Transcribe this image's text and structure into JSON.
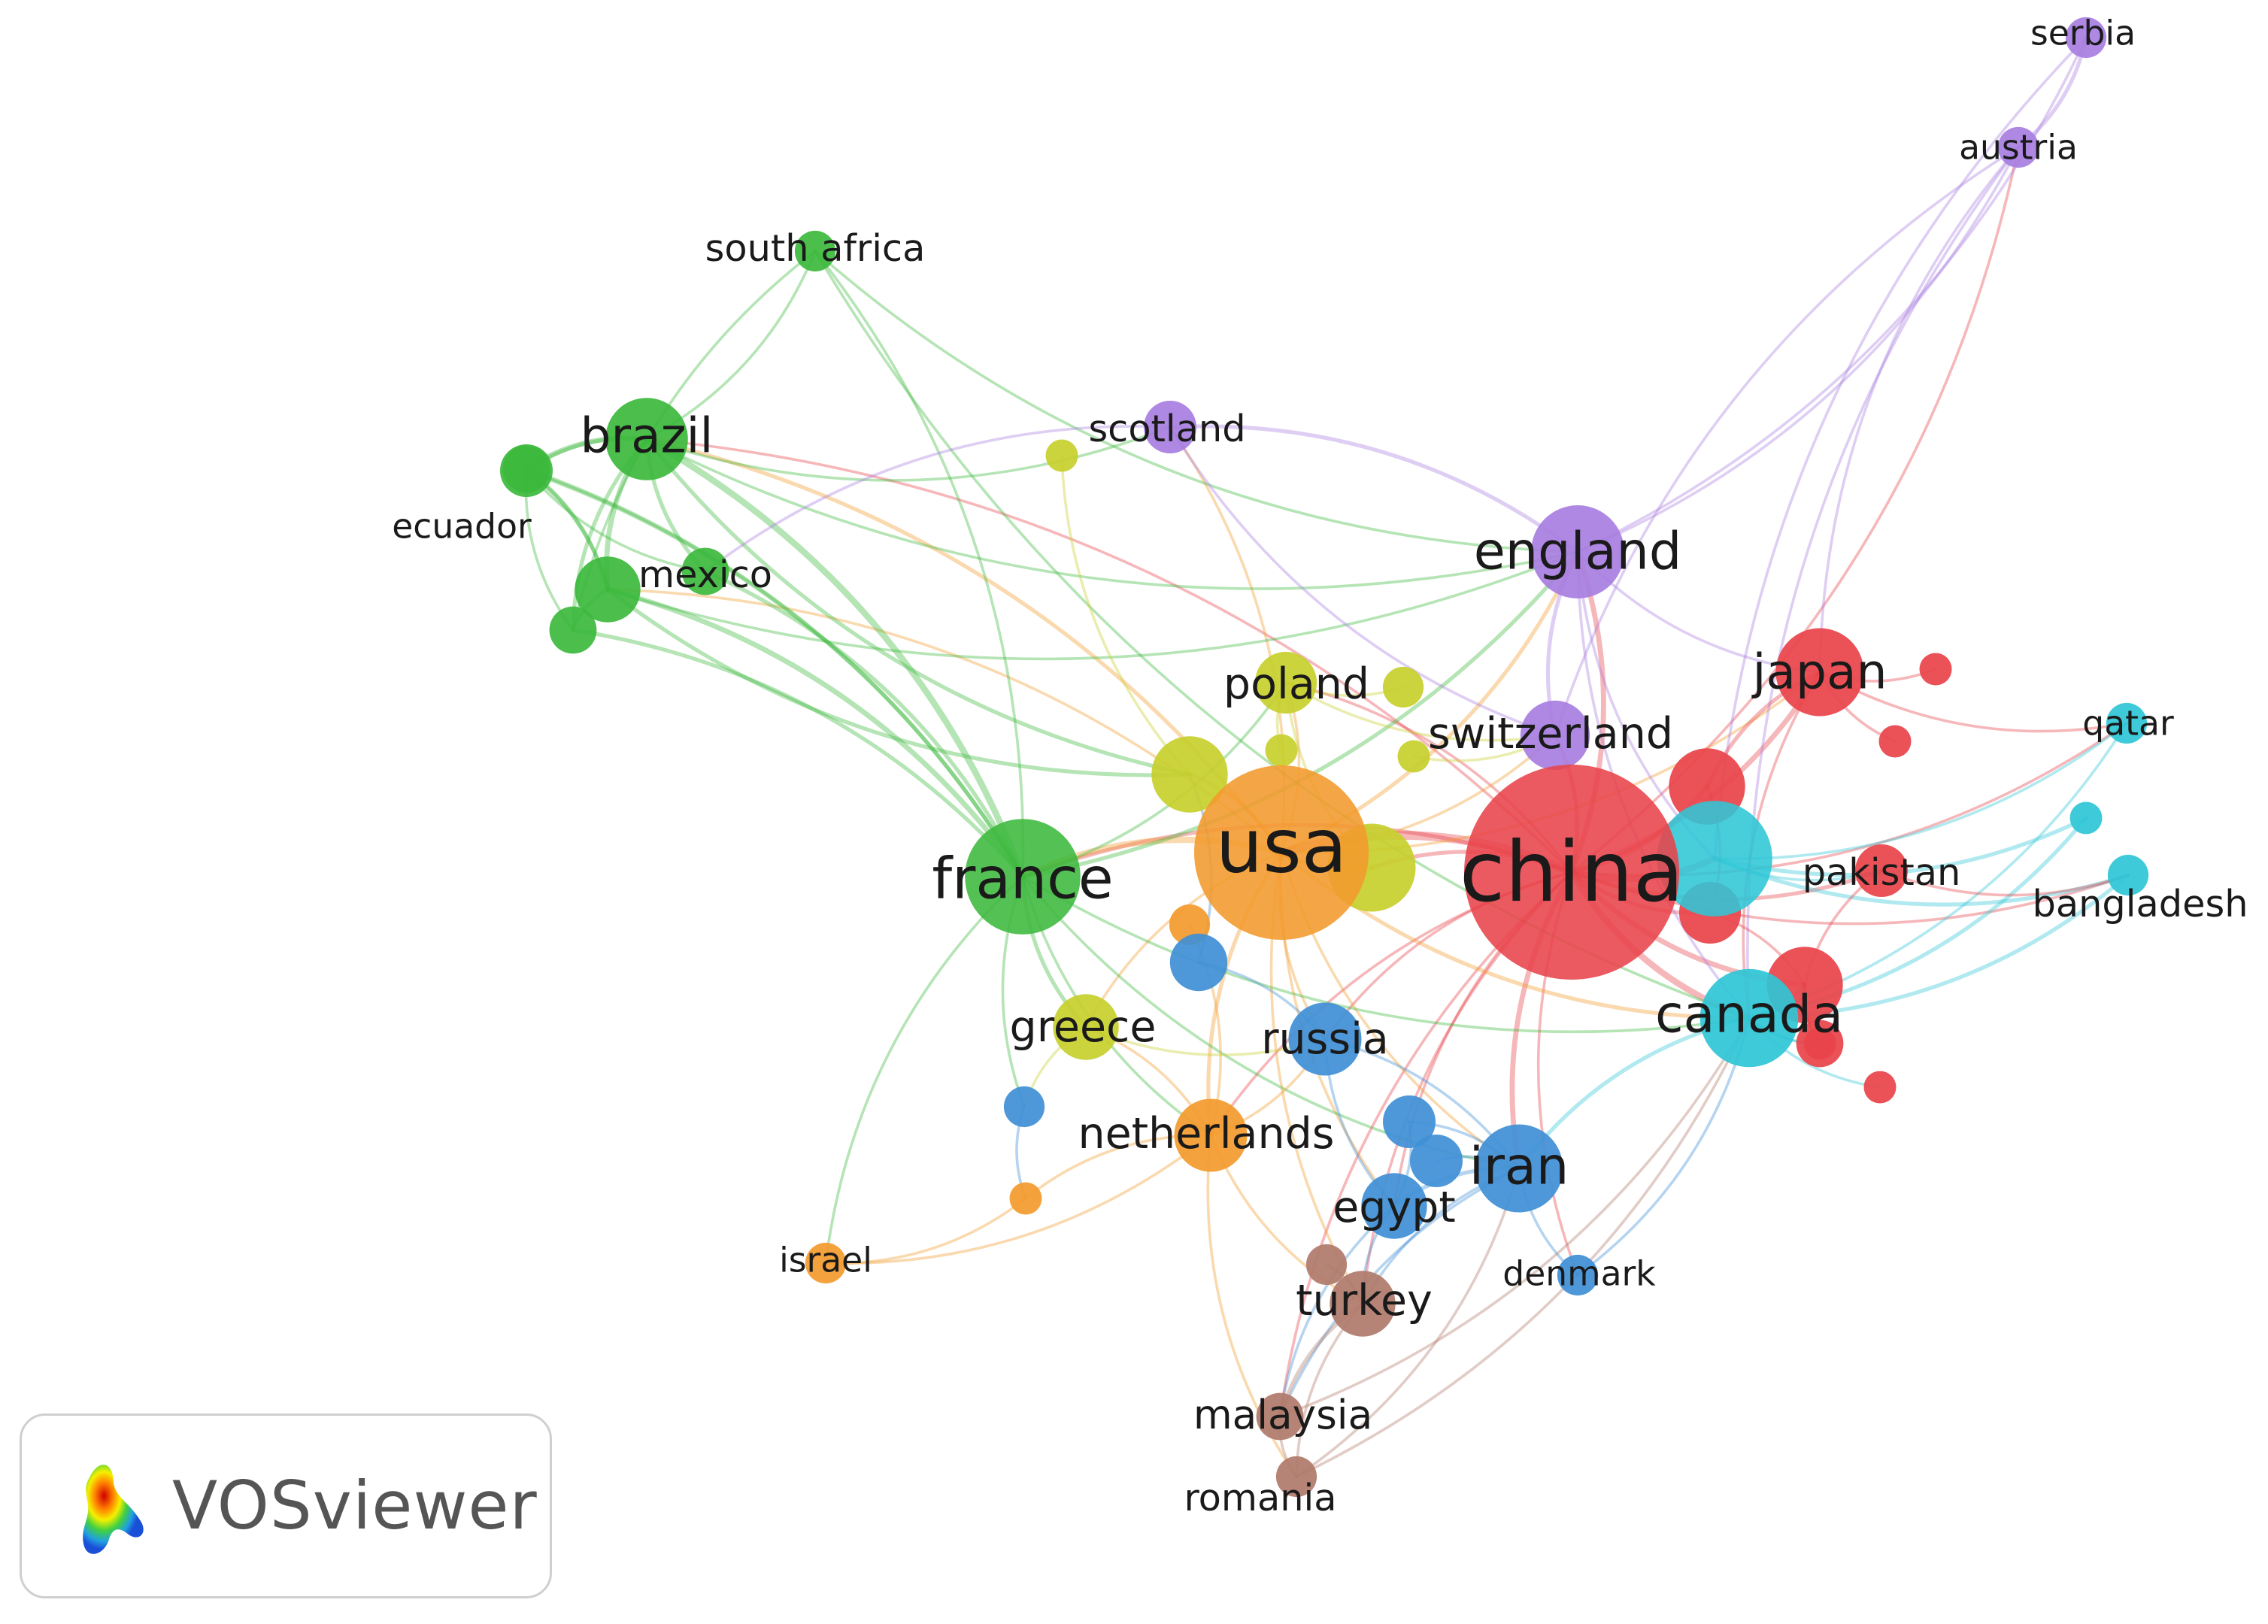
{
  "app": {
    "name": "VOSviewer"
  },
  "clusters": {
    "red": "#e8434a",
    "green": "#3cb83c",
    "blue": "#3f8fd6",
    "yellow": "#c7cf2c",
    "purple": "#a77ee0",
    "cyan": "#2fc6d6",
    "orange": "#f39a2c",
    "brown": "#b07a6a"
  },
  "nodes": [
    {
      "id": "china",
      "label": "china",
      "cluster": "red",
      "weight": 100,
      "labelSize": 58
    },
    {
      "id": "usa",
      "label": "usa",
      "cluster": "orange",
      "weight": 64,
      "labelSize": 52
    },
    {
      "id": "france",
      "label": "france",
      "cluster": "green",
      "weight": 26,
      "labelSize": 40
    },
    {
      "id": "england",
      "label": "england",
      "cluster": "purple",
      "weight": 16,
      "labelSize": 36
    },
    {
      "id": "canada",
      "label": "canada",
      "cluster": "cyan",
      "weight": 18,
      "labelSize": 36
    },
    {
      "id": "iran",
      "label": "iran",
      "cluster": "blue",
      "weight": 14,
      "labelSize": 36
    },
    {
      "id": "japan",
      "label": "japan",
      "cluster": "red",
      "weight": 14,
      "labelSize": 34
    },
    {
      "id": "brazil",
      "label": "brazil",
      "cluster": "green",
      "weight": 12,
      "labelSize": 34
    },
    {
      "id": "switzerland",
      "label": "switzerland",
      "cluster": "purple",
      "weight": 8,
      "labelSize": 30
    },
    {
      "id": "poland",
      "label": "poland",
      "cluster": "yellow",
      "weight": 6,
      "labelSize": 30
    },
    {
      "id": "netherlands",
      "label": "netherlands",
      "cluster": "orange",
      "weight": 9,
      "labelSize": 30
    },
    {
      "id": "russia",
      "label": "russia",
      "cluster": "blue",
      "weight": 9,
      "labelSize": 30
    },
    {
      "id": "greece",
      "label": "greece",
      "cluster": "yellow",
      "weight": 7,
      "labelSize": 30
    },
    {
      "id": "egypt",
      "label": "egypt",
      "cluster": "blue",
      "weight": 7,
      "labelSize": 30
    },
    {
      "id": "turkey",
      "label": "turkey",
      "cluster": "brown",
      "weight": 7,
      "labelSize": 30
    },
    {
      "id": "mexico",
      "label": "mexico",
      "cluster": "green",
      "weight": 7,
      "labelSize": 26
    },
    {
      "id": "scotland",
      "label": "scotland",
      "cluster": "purple",
      "weight": 4,
      "labelSize": 26
    },
    {
      "id": "ecuador",
      "label": "ecuador",
      "cluster": "green",
      "weight": 4,
      "labelSize": 24
    },
    {
      "id": "pakistan",
      "label": "pakistan",
      "cluster": "red",
      "weight": 4,
      "labelSize": 26
    },
    {
      "id": "bangladesh",
      "label": "bangladesh",
      "cluster": "cyan",
      "weight": 2,
      "labelSize": 26
    },
    {
      "id": "qatar",
      "label": "qatar",
      "cluster": "cyan",
      "weight": 2,
      "labelSize": 24
    },
    {
      "id": "south_africa",
      "label": "south africa",
      "cluster": "green",
      "weight": 2,
      "labelSize": 26
    },
    {
      "id": "austria",
      "label": "austria",
      "cluster": "purple",
      "weight": 2,
      "labelSize": 24
    },
    {
      "id": "serbia",
      "label": "serbia",
      "cluster": "purple",
      "weight": 2,
      "labelSize": 24
    },
    {
      "id": "denmark",
      "label": "denmark",
      "cluster": "blue",
      "weight": 2,
      "labelSize": 24
    },
    {
      "id": "israel",
      "label": "israel",
      "cluster": "orange",
      "weight": 2,
      "labelSize": 24
    },
    {
      "id": "malaysia",
      "label": "malaysia",
      "cluster": "brown",
      "weight": 3,
      "labelSize": 28
    },
    {
      "id": "romania",
      "label": "romania",
      "cluster": "brown",
      "weight": 2,
      "labelSize": 26
    },
    {
      "id": "u_red1",
      "label": "",
      "cluster": "red",
      "weight": 10
    },
    {
      "id": "u_red2",
      "label": "",
      "cluster": "red",
      "weight": 6
    },
    {
      "id": "u_red3",
      "label": "",
      "cluster": "red",
      "weight": 10
    },
    {
      "id": "u_red4",
      "label": "",
      "cluster": "red",
      "weight": 3
    },
    {
      "id": "u_red5",
      "label": "",
      "cluster": "red",
      "weight": 1
    },
    {
      "id": "u_red6",
      "label": "",
      "cluster": "red",
      "weight": 1
    },
    {
      "id": "u_red7",
      "label": "",
      "cluster": "red",
      "weight": 1
    },
    {
      "id": "u_red8",
      "label": "",
      "cluster": "red",
      "weight": 1
    },
    {
      "id": "u_cyan1",
      "label": "",
      "cluster": "cyan",
      "weight": 26
    },
    {
      "id": "u_cyan2",
      "label": "",
      "cluster": "cyan",
      "weight": 1
    },
    {
      "id": "u_yellow1",
      "label": "",
      "cluster": "yellow",
      "weight": 10
    },
    {
      "id": "u_yellow2",
      "label": "",
      "cluster": "yellow",
      "weight": 14
    },
    {
      "id": "u_yellow3",
      "label": "",
      "cluster": "yellow",
      "weight": 2
    },
    {
      "id": "u_yellow4",
      "label": "",
      "cluster": "yellow",
      "weight": 1
    },
    {
      "id": "u_yellow5",
      "label": "",
      "cluster": "yellow",
      "weight": 1
    },
    {
      "id": "u_yellow6",
      "label": "",
      "cluster": "yellow",
      "weight": 1
    },
    {
      "id": "u_green1",
      "label": "",
      "cluster": "green",
      "weight": 3
    },
    {
      "id": "u_green2",
      "label": "",
      "cluster": "green",
      "weight": 3
    },
    {
      "id": "u_green3",
      "label": "",
      "cluster": "green",
      "weight": 3
    },
    {
      "id": "u_blue1",
      "label": "",
      "cluster": "blue",
      "weight": 5
    },
    {
      "id": "u_blue2",
      "label": "",
      "cluster": "blue",
      "weight": 2
    },
    {
      "id": "u_blue3",
      "label": "",
      "cluster": "blue",
      "weight": 4
    },
    {
      "id": "u_blue4",
      "label": "",
      "cluster": "blue",
      "weight": 4
    },
    {
      "id": "u_orange1",
      "label": "",
      "cluster": "orange",
      "weight": 2
    },
    {
      "id": "u_orange2",
      "label": "",
      "cluster": "orange",
      "weight": 1
    },
    {
      "id": "u_brown1",
      "label": "",
      "cluster": "brown",
      "weight": 2
    }
  ],
  "edges": [
    [
      "china",
      "usa",
      6
    ],
    [
      "china",
      "england",
      3
    ],
    [
      "china",
      "canada",
      4
    ],
    [
      "china",
      "japan",
      3
    ],
    [
      "china",
      "iran",
      3
    ],
    [
      "china",
      "france",
      2
    ],
    [
      "china",
      "switzerland",
      2
    ],
    [
      "china",
      "pakistan",
      2
    ],
    [
      "china",
      "u_cyan1",
      4
    ],
    [
      "china",
      "u_red1",
      3
    ],
    [
      "china",
      "u_red2",
      2
    ],
    [
      "china",
      "u_red3",
      3
    ],
    [
      "china",
      "netherlands",
      1
    ],
    [
      "china",
      "russia",
      1
    ],
    [
      "china",
      "egypt",
      1
    ],
    [
      "china",
      "turkey",
      1
    ],
    [
      "china",
      "bangladesh",
      1
    ],
    [
      "china",
      "qatar",
      1
    ],
    [
      "china",
      "austria",
      1
    ],
    [
      "china",
      "malaysia",
      1
    ],
    [
      "china",
      "u_yellow2",
      2
    ],
    [
      "china",
      "brazil",
      1
    ],
    [
      "china",
      "poland",
      1
    ],
    [
      "china",
      "denmark",
      1
    ],
    [
      "usa",
      "france",
      4
    ],
    [
      "usa",
      "england",
      2
    ],
    [
      "usa",
      "canada",
      2
    ],
    [
      "usa",
      "iran",
      1
    ],
    [
      "usa",
      "brazil",
      2
    ],
    [
      "usa",
      "netherlands",
      2
    ],
    [
      "usa",
      "greece",
      1
    ],
    [
      "usa",
      "u_yellow1",
      2
    ],
    [
      "usa",
      "u_yellow2",
      3
    ],
    [
      "usa",
      "poland",
      1
    ],
    [
      "usa",
      "switzerland",
      1
    ],
    [
      "usa",
      "russia",
      1
    ],
    [
      "usa",
      "mexico",
      1
    ],
    [
      "usa",
      "scotland",
      1
    ],
    [
      "usa",
      "japan",
      1
    ],
    [
      "usa",
      "egypt",
      1
    ],
    [
      "usa",
      "turkey",
      1
    ],
    [
      "france",
      "brazil",
      4
    ],
    [
      "france",
      "mexico",
      3
    ],
    [
      "france",
      "ecuador",
      2
    ],
    [
      "france",
      "u_green1",
      2
    ],
    [
      "france",
      "u_green2",
      2
    ],
    [
      "france",
      "u_green3",
      2
    ],
    [
      "france",
      "south_africa",
      1
    ],
    [
      "france",
      "england",
      2
    ],
    [
      "france",
      "poland",
      1
    ],
    [
      "france",
      "greece",
      2
    ],
    [
      "france",
      "netherlands",
      1
    ],
    [
      "france",
      "israel",
      1
    ],
    [
      "france",
      "u_blue2",
      1
    ],
    [
      "france",
      "canada",
      1
    ],
    [
      "france",
      "iran",
      1
    ],
    [
      "brazil",
      "mexico",
      3
    ],
    [
      "brazil",
      "ecuador",
      2
    ],
    [
      "brazil",
      "u_green1",
      3
    ],
    [
      "brazil",
      "u_green2",
      2
    ],
    [
      "brazil",
      "u_green3",
      2
    ],
    [
      "brazil",
      "england",
      1
    ],
    [
      "brazil",
      "u_yellow1",
      2
    ],
    [
      "brazil",
      "south_africa",
      1
    ],
    [
      "brazil",
      "scotland",
      1
    ],
    [
      "mexico",
      "u_green1",
      2
    ],
    [
      "mexico",
      "u_green2",
      2
    ],
    [
      "mexico",
      "ecuador",
      2
    ],
    [
      "mexico",
      "england",
      1
    ],
    [
      "mexico",
      "u_yellow1",
      2
    ],
    [
      "ecuador",
      "u_green1",
      1
    ],
    [
      "ecuador",
      "u_green2",
      1
    ],
    [
      "ecuador",
      "u_green3",
      1
    ],
    [
      "south_africa",
      "england",
      1
    ],
    [
      "south_africa",
      "u_green2",
      1
    ],
    [
      "south_africa",
      "canada",
      1
    ],
    [
      "england",
      "scotland",
      2
    ],
    [
      "england",
      "switzerland",
      2
    ],
    [
      "england",
      "austria",
      1
    ],
    [
      "england",
      "serbia",
      1
    ],
    [
      "england",
      "japan",
      1
    ],
    [
      "england",
      "canada",
      1
    ],
    [
      "england",
      "u_cyan1",
      1
    ],
    [
      "scotland",
      "switzerland",
      1
    ],
    [
      "scotland",
      "u_green3",
      1
    ],
    [
      "austria",
      "serbia",
      2
    ],
    [
      "austria",
      "japan",
      1
    ],
    [
      "austria",
      "switzerland",
      1
    ],
    [
      "serbia",
      "u_cyan1",
      1
    ],
    [
      "austria",
      "canada",
      1
    ],
    [
      "japan",
      "u_red1",
      2
    ],
    [
      "japan",
      "u_red5",
      1
    ],
    [
      "japan",
      "u_red6",
      1
    ],
    [
      "japan",
      "canada",
      1
    ],
    [
      "japan",
      "qatar",
      1
    ],
    [
      "u_cyan1",
      "u_cyan2",
      2
    ],
    [
      "u_cyan1",
      "bangladesh",
      2
    ],
    [
      "u_cyan1",
      "qatar",
      1
    ],
    [
      "u_cyan1",
      "pakistan",
      1
    ],
    [
      "canada",
      "u_cyan2",
      2
    ],
    [
      "canada",
      "bangladesh",
      2
    ],
    [
      "canada",
      "u_red3",
      2
    ],
    [
      "canada",
      "u_red4",
      1
    ],
    [
      "canada",
      "u_red7",
      1
    ],
    [
      "canada",
      "iran",
      2
    ],
    [
      "canada",
      "u_red8",
      1
    ],
    [
      "canada",
      "qatar",
      1
    ],
    [
      "u_red3",
      "u_red8",
      1
    ],
    [
      "u_red3",
      "u_red2",
      1
    ],
    [
      "u_red2",
      "u_red1",
      1
    ],
    [
      "u_red3",
      "u_red4",
      1
    ],
    [
      "pakistan",
      "bangladesh",
      1
    ],
    [
      "pakistan",
      "u_red3",
      1
    ],
    [
      "iran",
      "egypt",
      2
    ],
    [
      "iran",
      "russia",
      1
    ],
    [
      "iran",
      "denmark",
      1
    ],
    [
      "iran",
      "u_blue3",
      1
    ],
    [
      "iran",
      "u_blue4",
      1
    ],
    [
      "iran",
      "turkey",
      1
    ],
    [
      "iran",
      "malaysia",
      1
    ],
    [
      "egypt",
      "turkey",
      1
    ],
    [
      "egypt",
      "u_blue3",
      1
    ],
    [
      "egypt",
      "malaysia",
      1
    ],
    [
      "turkey",
      "malaysia",
      2
    ],
    [
      "turkey",
      "romania",
      1
    ],
    [
      "turkey",
      "u_brown1",
      1
    ],
    [
      "malaysia",
      "romania",
      1
    ],
    [
      "netherlands",
      "russia",
      1
    ],
    [
      "netherlands",
      "u_orange1",
      1
    ],
    [
      "netherlands",
      "greece",
      1
    ],
    [
      "netherlands",
      "u_orange2",
      1
    ],
    [
      "netherlands",
      "turkey",
      1
    ],
    [
      "netherlands",
      "romania",
      1
    ],
    [
      "russia",
      "u_blue1",
      1
    ],
    [
      "russia",
      "egypt",
      1
    ],
    [
      "u_blue1",
      "u_yellow1",
      1
    ],
    [
      "poland",
      "u_yellow3",
      1
    ],
    [
      "poland",
      "u_yellow4",
      1
    ],
    [
      "poland",
      "switzerland",
      1
    ],
    [
      "poland",
      "u_yellow2",
      1
    ],
    [
      "u_yellow5",
      "u_yellow1",
      1
    ],
    [
      "u_yellow6",
      "switzerland",
      1
    ],
    [
      "greece",
      "u_blue2",
      1
    ],
    [
      "israel",
      "u_orange2",
      1
    ],
    [
      "israel",
      "netherlands",
      1
    ],
    [
      "romania",
      "canada",
      1
    ],
    [
      "romania",
      "iran",
      1
    ],
    [
      "u_blue2",
      "u_orange2",
      1
    ],
    [
      "greece",
      "russia",
      1
    ],
    [
      "malaysia",
      "canada",
      1
    ],
    [
      "denmark",
      "canada",
      1
    ]
  ]
}
